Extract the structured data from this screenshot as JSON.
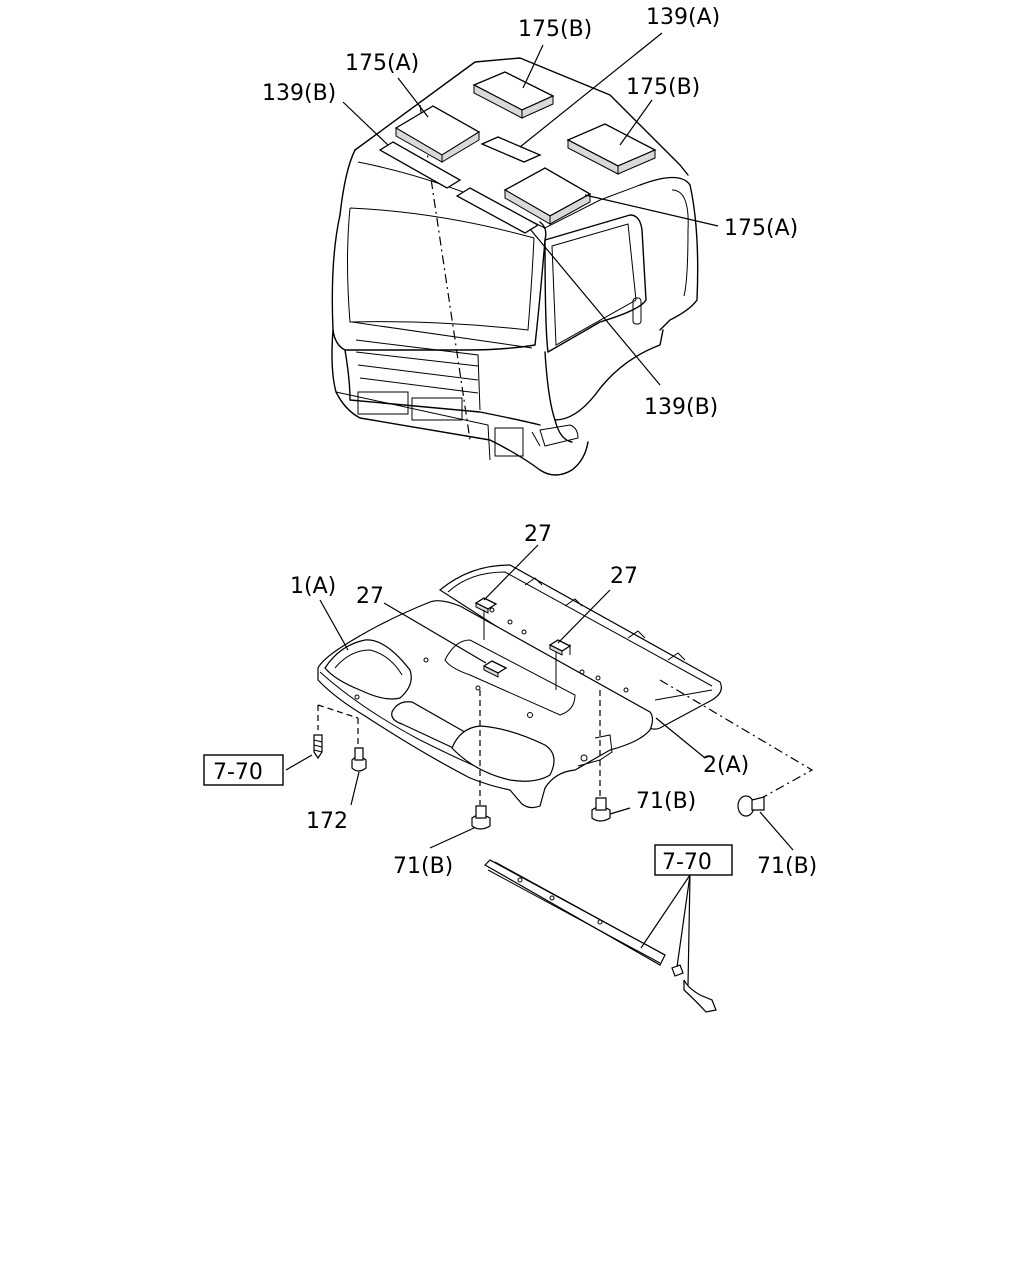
{
  "labels": {
    "cab_pad_rear": "175(B)",
    "cab_strip_center": "139(A)",
    "cab_pad_left": "175(A)",
    "cab_strip_left": "139(B)",
    "cab_pad_right": "175(B)",
    "cab_pad_front_right": "175(A)",
    "cab_strip_front": "139(B)",
    "liner_pad_center": "27",
    "liner_pad_left": "27",
    "liner_pad_right": "27",
    "liner_front": "1(A)",
    "liner_rear": "2(A)",
    "clip_center": "71(B)",
    "clip_right": "71(B)",
    "clip_rear": "71(B)",
    "screw_front": "172",
    "ref_box_upper": "7-70",
    "ref_box_lower": "7-70"
  }
}
